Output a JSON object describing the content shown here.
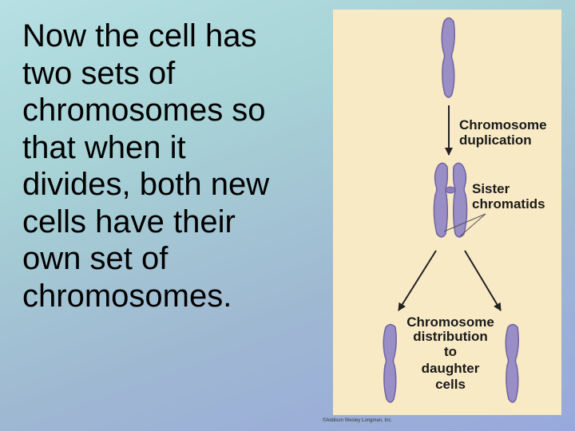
{
  "slide": {
    "body_lines": [
      "Now the cell has",
      "two sets of",
      "chromosomes so",
      "that when it",
      "divides, both new",
      "cells have their",
      "own set of",
      "chromosomes."
    ]
  },
  "figure": {
    "label_duplication": [
      "Chromosome",
      "duplication"
    ],
    "label_sister": [
      "Sister",
      "chromatids"
    ],
    "label_distribution": [
      "Chromosome",
      "distribution",
      "to",
      "daughter",
      "cells"
    ],
    "credit": "©Addison Wesley Longman, Inc."
  },
  "colors": {
    "chromosome_fill": "#9a8ec7",
    "chromosome_outline": "#6e63a0",
    "panel_background": "#f9eac6"
  }
}
